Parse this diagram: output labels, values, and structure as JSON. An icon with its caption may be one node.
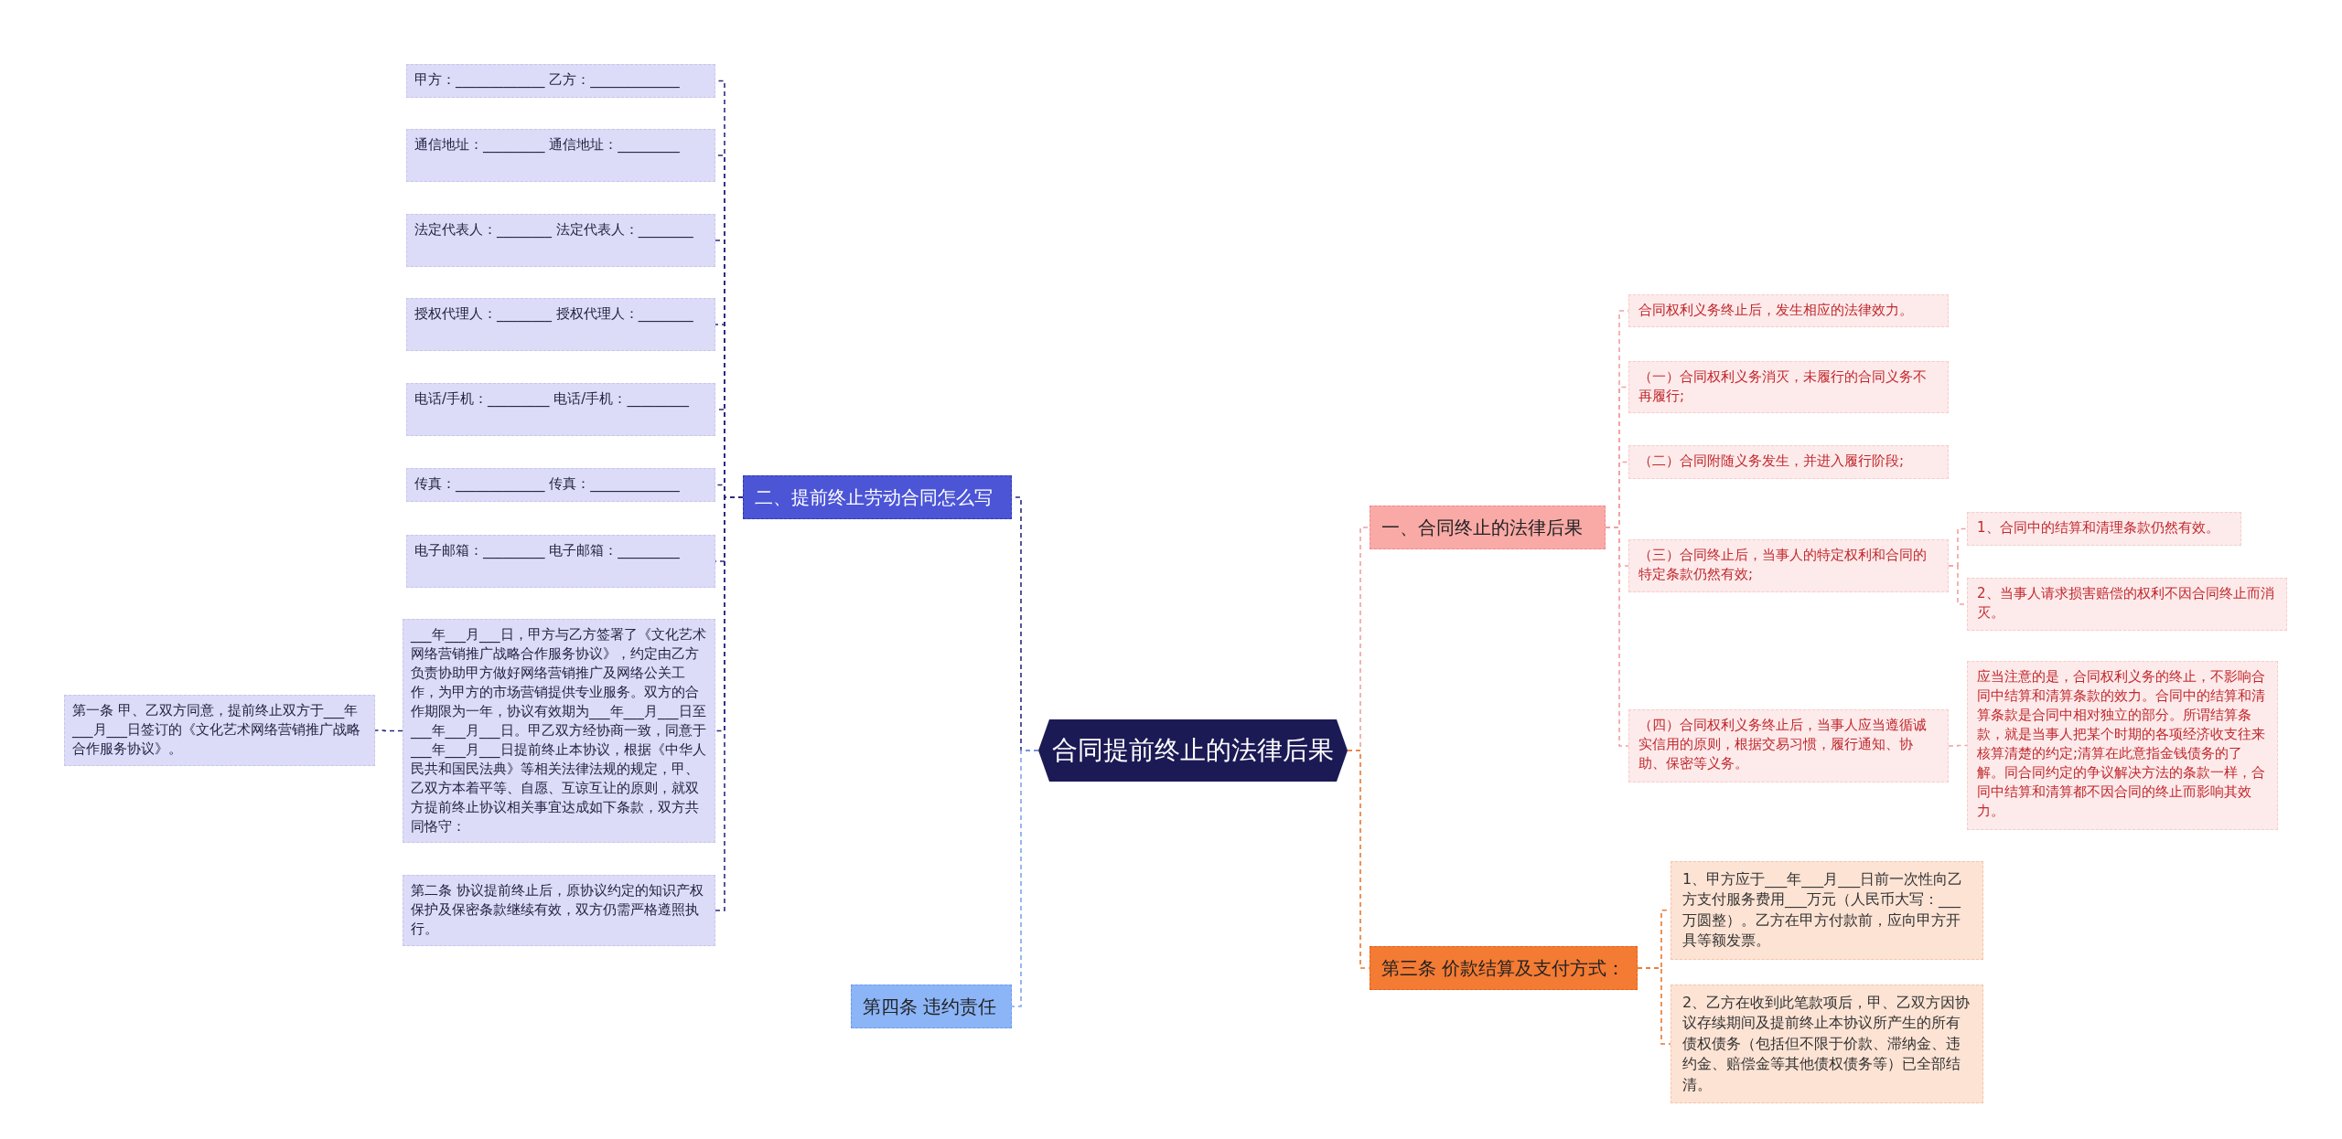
{
  "diagram": {
    "nodes": [
      {
        "text": [
          "合同提前终止的法律后果"
        ]
      },
      {
        "text": [
          "二、提前终止劳动合同怎么写"
        ]
      },
      {
        "text": [
          "甲方：_____________ 乙方：_____________"
        ]
      },
      {
        "text": [
          "通信地址：_________ 通信地址：_________"
        ]
      },
      {
        "text": [
          "法定代表人：________ 法定代表人：________"
        ]
      },
      {
        "text": [
          "授权代理人：________ 授权代理人：________"
        ]
      },
      {
        "text": [
          "电话/手机：_________ 电话/手机：_________"
        ]
      },
      {
        "text": [
          "传真：_____________ 传真：_____________"
        ]
      },
      {
        "text": [
          "电子邮箱：_________ 电子邮箱：_________"
        ]
      },
      {
        "text": [
          "___年___月___日，甲方与乙方签署了《文化艺术网络营销推广战略合作服务协议》，约定由乙方负责协助甲方做好网络营销推广及网络公关工作，为甲方的市场营销提供专业服务。双方的合作期限为一年，协议有效期为___年___月___日至___年___月___日。甲乙双方经协商一致，同意于___年___月___日提前终止本协议，根据《中华人民共和国民法典》等相关法律法规的规定，甲、乙双方本着平等、自愿、互谅互让的原则，就双方提前终止协议相关事宜达成如下条款，双方共同恪守："
        ]
      },
      {
        "text": [
          "第二条 协议提前终止后，原协议约定的知识产权保护及保密条款继续有效，双方仍需严格遵照执行。"
        ]
      },
      {
        "text": [
          "第一条 甲、乙双方同意，提前终止双方于___年___月___日签订的《文化艺术网络营销推广战略合作服务协议》。"
        ]
      },
      {
        "text": [
          "第四条 违约责任"
        ]
      },
      {
        "text": [
          "一、合同终止的法律后果"
        ]
      },
      {
        "text": [
          "合同权利义务终止后，发生相应的法律效力。"
        ]
      },
      {
        "text": [
          "（一）合同权利义务消灭，未履行的合同义务不再履行;"
        ]
      },
      {
        "text": [
          "（二）合同附随义务发生，并进入履行阶段;"
        ]
      },
      {
        "text": [
          "（三）合同终止后，当事人的特定权利和合同的特定条款仍然有效;"
        ]
      },
      {
        "text": [
          "（四）合同权利义务终止后，当事人应当遵循诚实信用的原则，根据交易习惯，履行通知、协助、保密等义务。"
        ]
      },
      {
        "text": [
          "1、合同中的结算和清理条款仍然有效。"
        ]
      },
      {
        "text": [
          "2、当事人请求损害赔偿的权利不因合同终止而消灭。"
        ]
      },
      {
        "text": [
          "应当注意的是，合同权利义务的终止，不影响合同中结算和清算条款的效力。合同中的结算和清算条款是合同中相对独立的部分。所谓结算条款，就是当事人把某个时期的各项经济收支往来核算清楚的约定;清算在此意指金钱债务的了解。同合同约定的争议解决方法的条款一样，合同中结算和清算都不因合同的终止而影响其效力。"
        ]
      },
      {
        "text": [
          "第三条 价款结算及支付方式："
        ]
      },
      {
        "text": [
          "1、甲方应于___年___月___日前一次性向乙方支付服务费用___万元（人民币大写：___万圆整）。乙方在甲方付款前，应向甲方开具等额发票。"
        ]
      },
      {
        "text": [
          "2、乙方在收到此笔款项后，甲、乙双方因协议存续期间及提前终止本协议所产生的所有债权债务（包括但不限于价款、滞纳金、违约金、赔偿金等其他债权债务等）已全部结清。"
        ]
      }
    ],
    "edges": [
      {
        "from": 0,
        "to": 1,
        "arrow": "none",
        "style": "dashed",
        "color": "#2b2b80"
      },
      {
        "from": 0,
        "to": 12,
        "arrow": "none",
        "style": "dashed",
        "color": "#7fa6ee"
      },
      {
        "from": 0,
        "to": 13,
        "arrow": "none",
        "style": "dashed",
        "color": "#f2a0a0"
      },
      {
        "from": 0,
        "to": 22,
        "arrow": "none",
        "style": "dashed",
        "color": "#e8782f"
      },
      {
        "from": 1,
        "to": 2,
        "arrow": "none",
        "style": "dashed",
        "color": "#2b2b80"
      },
      {
        "from": 1,
        "to": 3,
        "arrow": "none",
        "style": "dashed",
        "color": "#2b2b80"
      },
      {
        "from": 1,
        "to": 4,
        "arrow": "none",
        "style": "dashed",
        "color": "#2b2b80"
      },
      {
        "from": 1,
        "to": 5,
        "arrow": "none",
        "style": "dashed",
        "color": "#2b2b80"
      },
      {
        "from": 1,
        "to": 6,
        "arrow": "none",
        "style": "dashed",
        "color": "#2b2b80"
      },
      {
        "from": 1,
        "to": 7,
        "arrow": "none",
        "style": "dashed",
        "color": "#2b2b80"
      },
      {
        "from": 1,
        "to": 8,
        "arrow": "none",
        "style": "dashed",
        "color": "#2b2b80"
      },
      {
        "from": 1,
        "to": 9,
        "arrow": "none",
        "style": "dashed",
        "color": "#2b2b80"
      },
      {
        "from": 1,
        "to": 10,
        "arrow": "none",
        "style": "dashed",
        "color": "#2b2b80"
      },
      {
        "from": 9,
        "to": 11,
        "arrow": "none",
        "style": "dashed",
        "color": "#2b2b80"
      },
      {
        "from": 13,
        "to": 14,
        "arrow": "none",
        "style": "dashed",
        "color": "#f2a0a0"
      },
      {
        "from": 13,
        "to": 15,
        "arrow": "none",
        "style": "dashed",
        "color": "#f2a0a0"
      },
      {
        "from": 13,
        "to": 16,
        "arrow": "none",
        "style": "dashed",
        "color": "#f2a0a0"
      },
      {
        "from": 13,
        "to": 17,
        "arrow": "none",
        "style": "dashed",
        "color": "#f2a0a0"
      },
      {
        "from": 13,
        "to": 18,
        "arrow": "none",
        "style": "dashed",
        "color": "#f2a0a0"
      },
      {
        "from": 17,
        "to": 19,
        "arrow": "none",
        "style": "dashed",
        "color": "#f2a0a0"
      },
      {
        "from": 17,
        "to": 20,
        "arrow": "none",
        "style": "dashed",
        "color": "#f2a0a0"
      },
      {
        "from": 18,
        "to": 21,
        "arrow": "none",
        "style": "dashed",
        "color": "#f2a0a0"
      },
      {
        "from": 22,
        "to": 23,
        "arrow": "none",
        "style": "dashed",
        "color": "#e8782f"
      },
      {
        "from": 22,
        "to": 24,
        "arrow": "none",
        "style": "dashed",
        "color": "#e8782f"
      }
    ]
  }
}
